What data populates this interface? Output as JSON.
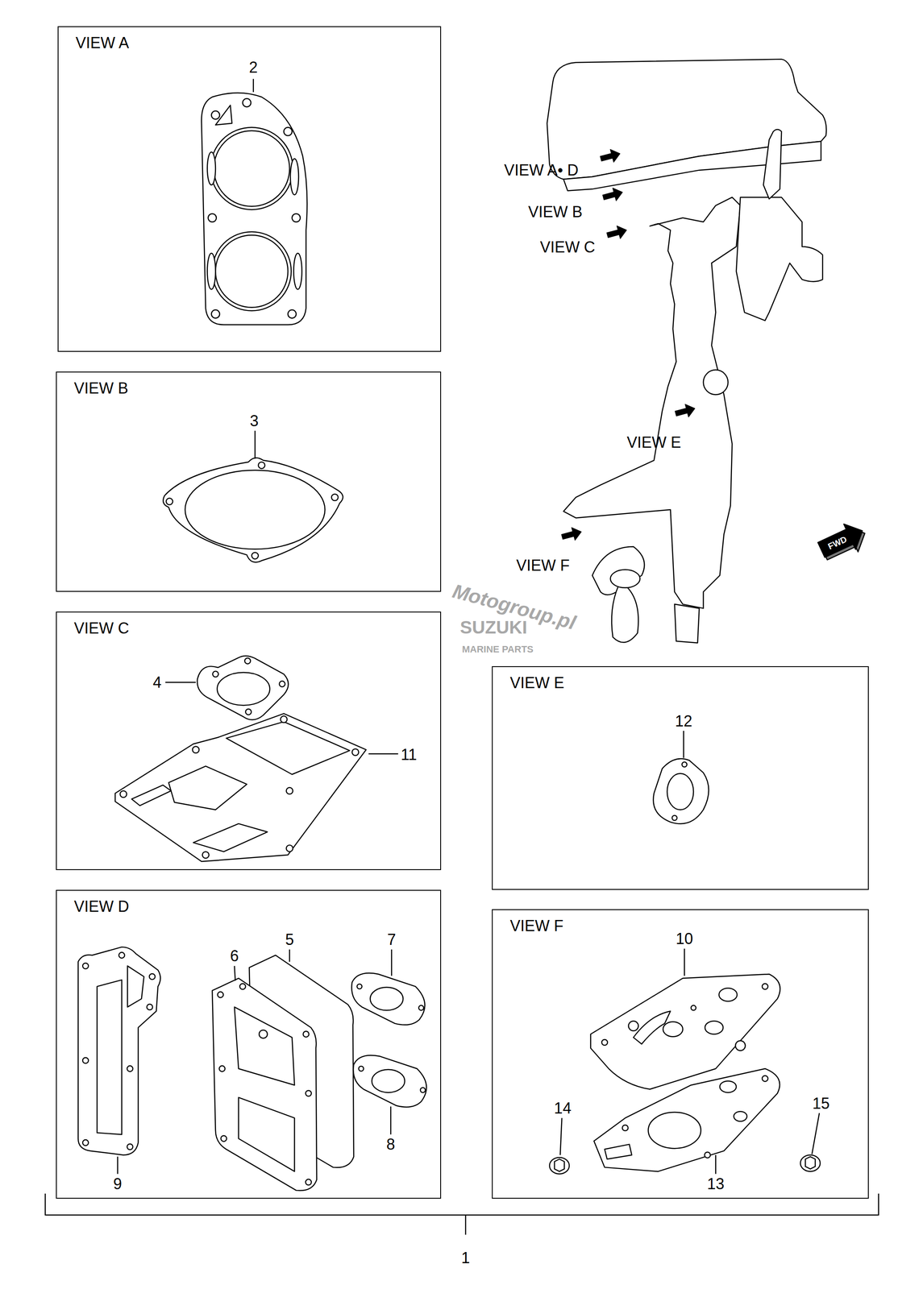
{
  "diagram": {
    "nodes": [
      {
        "text": [
          "VIEW A"
        ]
      },
      {
        "text": [
          "VIEW B"
        ]
      },
      {
        "text": [
          "VIEW C"
        ]
      },
      {
        "text": [
          "VIEW E"
        ]
      },
      {
        "text": [
          "VIEW D"
        ]
      },
      {
        "text": [
          "VIEW F"
        ]
      }
    ],
    "labels": [
      "2",
      "VIEW A• D",
      "VIEW B",
      "VIEW C",
      "3",
      "Motogroup.pl",
      "SUZUKI",
      "MARINE PARTS",
      "VIEW E",
      "FWD",
      "VIEW F",
      "4",
      "11",
      "12",
      "10",
      "6",
      "5",
      "7",
      "8",
      "14",
      "15",
      "9",
      "13",
      "1"
    ]
  }
}
